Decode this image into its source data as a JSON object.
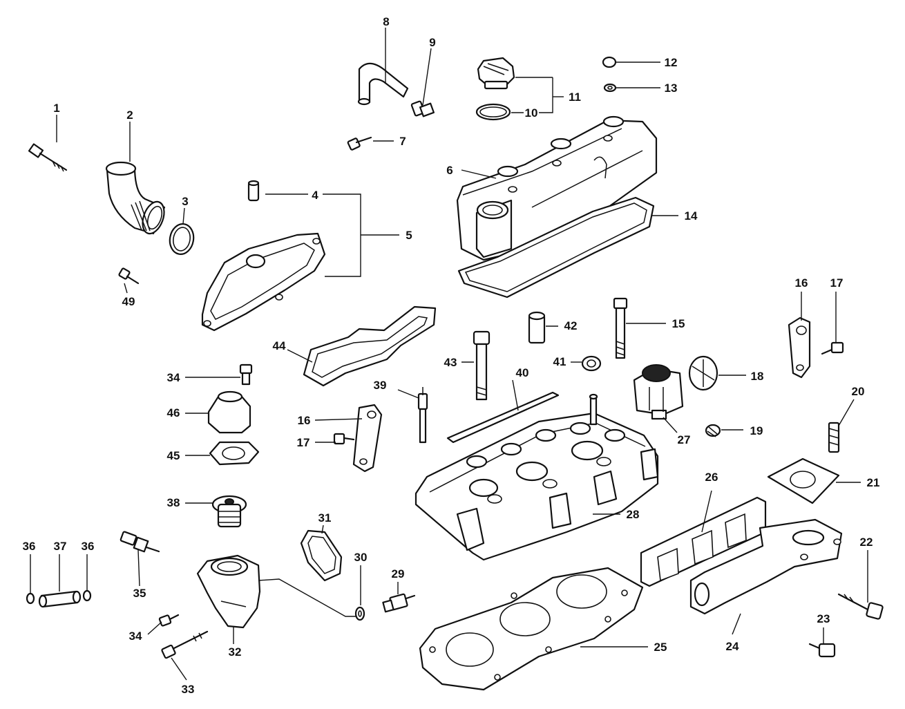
{
  "diagram": {
    "callouts": [
      "1",
      "2",
      "3",
      "4",
      "5",
      "6",
      "7",
      "8",
      "9",
      "10",
      "11",
      "12",
      "13",
      "14",
      "15",
      "16",
      "17",
      "18",
      "19",
      "20",
      "21",
      "22",
      "23",
      "24",
      "25",
      "26",
      "27",
      "28",
      "29",
      "30",
      "31",
      "32",
      "33",
      "34",
      "35",
      "36",
      "37",
      "38",
      "39",
      "40",
      "41",
      "42",
      "43",
      "44",
      "45",
      "46",
      "49"
    ],
    "repeated_callouts": [
      "16",
      "17",
      "34",
      "36"
    ]
  }
}
